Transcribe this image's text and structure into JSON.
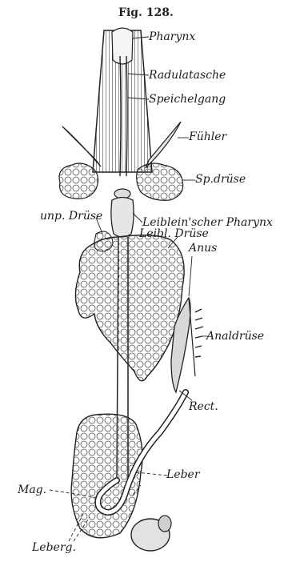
{
  "figure": {
    "title": "Fig. 128.",
    "labels": {
      "pharynx": "Pharynx",
      "radulatasche": "Radulatasche",
      "speichelgang": "Speichelgang",
      "fuehler": "Fühler",
      "sp_druese": "Sp.drüse",
      "leiblein_pharynx": "Leiblein'scher Pharynx",
      "unp_druese": "unp. Drüse",
      "leibl_druese": "Leibl. Drüse",
      "anus": "Anus",
      "analdruese": "Analdrüse",
      "rect": "Rect.",
      "leber": "Leber",
      "mag": "Mag.",
      "leberg": "Leberg."
    }
  }
}
